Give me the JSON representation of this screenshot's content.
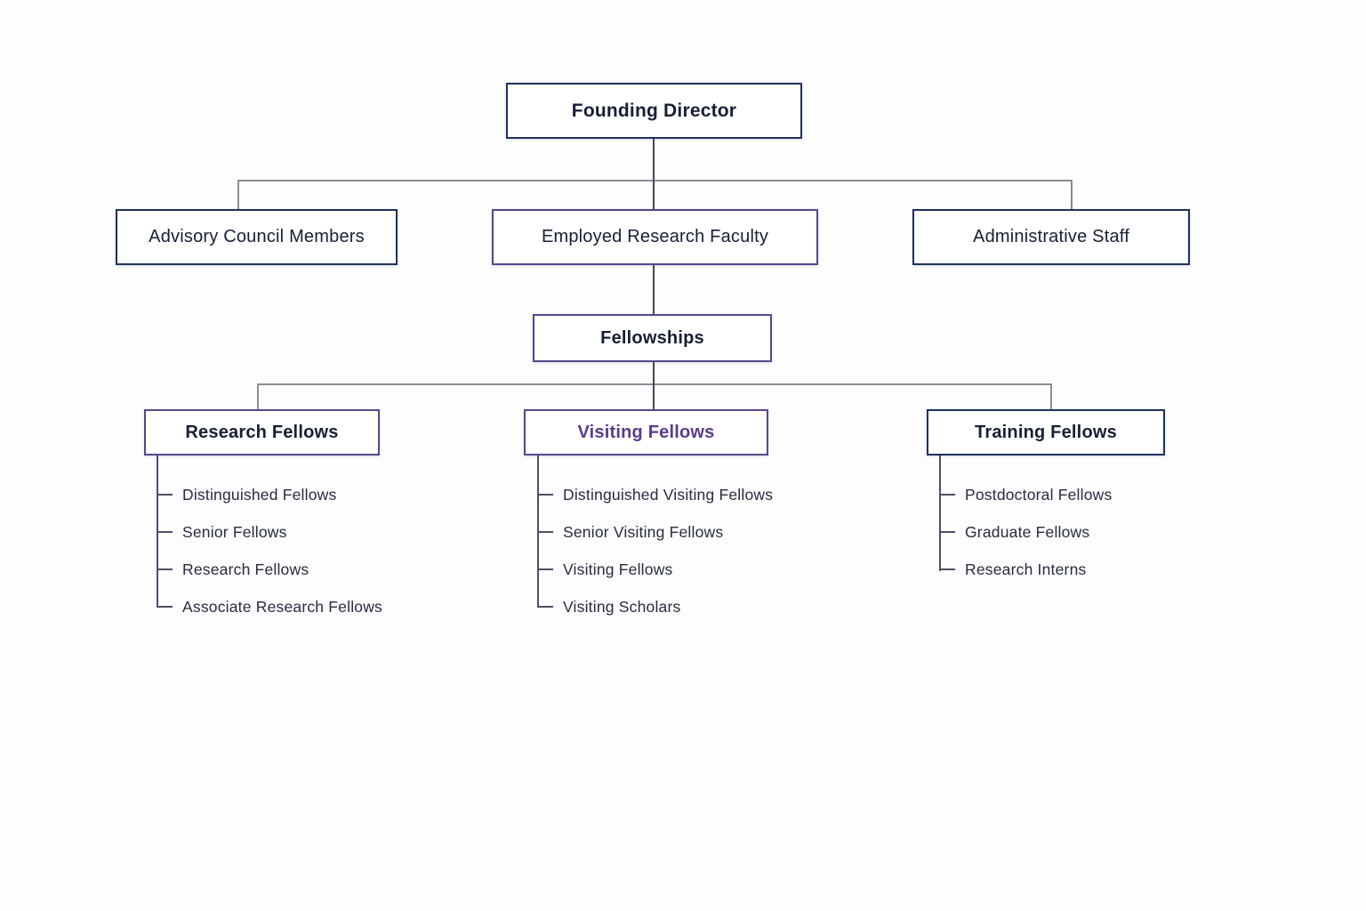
{
  "colors": {
    "navy": "#1f3160",
    "purple": "#5a468c",
    "purpleText": "#5b3b8e",
    "dark": "#171f35",
    "lineGray": "#8b8b94",
    "lineDark": "#474754",
    "treeLine": "#534d66",
    "itemText": "#272c3e"
  },
  "chart": {
    "root": {
      "label": "Founding Director"
    },
    "level2": [
      {
        "label": "Advisory Council Members"
      },
      {
        "label": "Employed Research Faculty"
      },
      {
        "label": "Administrative Staff"
      }
    ],
    "fellowships": {
      "label": "Fellowships"
    },
    "categories": [
      {
        "label": "Research Fellows",
        "items": [
          "Distinguished Fellows",
          "Senior Fellows",
          "Research Fellows",
          "Associate Research Fellows"
        ]
      },
      {
        "label": "Visiting Fellows",
        "items": [
          "Distinguished Visiting Fellows",
          "Senior Visiting Fellows",
          "Visiting Fellows",
          "Visiting Scholars"
        ]
      },
      {
        "label": "Training Fellows",
        "items": [
          "Postdoctoral Fellows",
          "Graduate Fellows",
          "Research Interns"
        ]
      }
    ]
  }
}
